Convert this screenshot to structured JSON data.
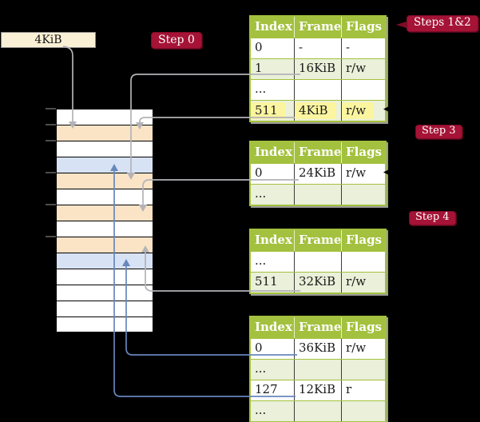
{
  "colors": {
    "olive": "#a3c13e",
    "row_green": "#eaf0d9",
    "row_orange": "#fbe3c6",
    "row_blue": "#d7e3f5",
    "crimson": "#a51336",
    "cream": "#faf0d5",
    "highlight_yellow": "#fcf5a0",
    "line_gray": "#b3b3b7",
    "line_blue": "#6787bd"
  },
  "frame_box": {
    "label": "4KiB"
  },
  "badges": [
    {
      "label": "Step 0"
    },
    {
      "label": "Steps 1&2"
    },
    {
      "label": "Step 3"
    },
    {
      "label": "Step 4"
    }
  ],
  "memory": {
    "rows": [
      {
        "fill": "white"
      },
      {
        "fill": "orange"
      },
      {
        "fill": "white"
      },
      {
        "fill": "blue"
      },
      {
        "fill": "orange"
      },
      {
        "fill": "white"
      },
      {
        "fill": "orange"
      },
      {
        "fill": "white"
      },
      {
        "fill": "orange"
      },
      {
        "fill": "blue"
      },
      {
        "fill": "white"
      },
      {
        "fill": "white"
      },
      {
        "fill": "white"
      },
      {
        "fill": "white"
      }
    ]
  },
  "tables": [
    {
      "header": [
        "Index",
        "Frame",
        "Flags"
      ],
      "rows": [
        {
          "cells": [
            "0",
            "-",
            "-"
          ],
          "shaded": false,
          "highlight": false
        },
        {
          "cells": [
            "1",
            "16KiB",
            "r/w"
          ],
          "shaded": true,
          "highlight": false
        },
        {
          "cells": [
            "...",
            "",
            ""
          ],
          "shaded": false,
          "highlight": false
        },
        {
          "cells": [
            "511",
            "4KiB",
            "r/w"
          ],
          "shaded": true,
          "highlight": true
        }
      ]
    },
    {
      "header": [
        "Index",
        "Frame",
        "Flags"
      ],
      "rows": [
        {
          "cells": [
            "0",
            "24KiB",
            "r/w"
          ],
          "shaded": false,
          "highlight": false
        },
        {
          "cells": [
            "...",
            "",
            ""
          ],
          "shaded": true,
          "highlight": false
        }
      ]
    },
    {
      "header": [
        "Index",
        "Frame",
        "Flags"
      ],
      "rows": [
        {
          "cells": [
            "...",
            "",
            ""
          ],
          "shaded": false,
          "highlight": false
        },
        {
          "cells": [
            "511",
            "32KiB",
            "r/w"
          ],
          "shaded": true,
          "highlight": false
        }
      ]
    },
    {
      "header": [
        "Index",
        "Frame",
        "Flags"
      ],
      "rows": [
        {
          "cells": [
            "0",
            "36KiB",
            "r/w"
          ],
          "shaded": false,
          "highlight": false
        },
        {
          "cells": [
            "...",
            "",
            ""
          ],
          "shaded": true,
          "highlight": false
        },
        {
          "cells": [
            "127",
            "12KiB",
            "r"
          ],
          "shaded": false,
          "highlight": false
        },
        {
          "cells": [
            "...",
            "",
            ""
          ],
          "shaded": true,
          "highlight": false
        }
      ]
    }
  ]
}
